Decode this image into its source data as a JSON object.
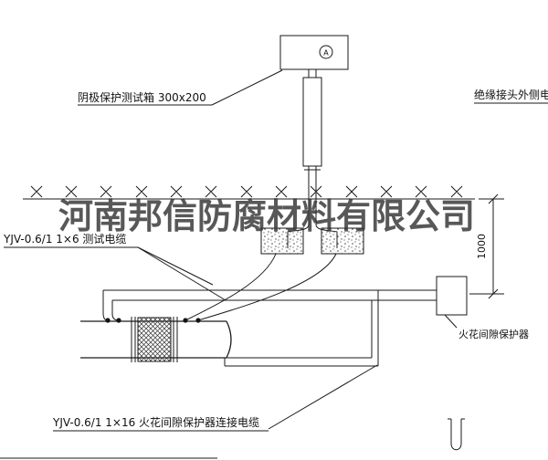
{
  "watermark": "河南邦信防腐材料有限公司",
  "labels": {
    "ammeter": "A",
    "test_box": "阴极保护测试箱 300x200",
    "insulated_joint_cable": "绝缘接头外侧电缆",
    "test_cable": "YJV-0.6/1 1×6  测试电缆",
    "spark_gap": "火花间隙保护器",
    "spark_gap_cable": "YJV-0.6/1 1×16  火花间隙保护器连接电缆",
    "dimension_1000": "1000"
  }
}
